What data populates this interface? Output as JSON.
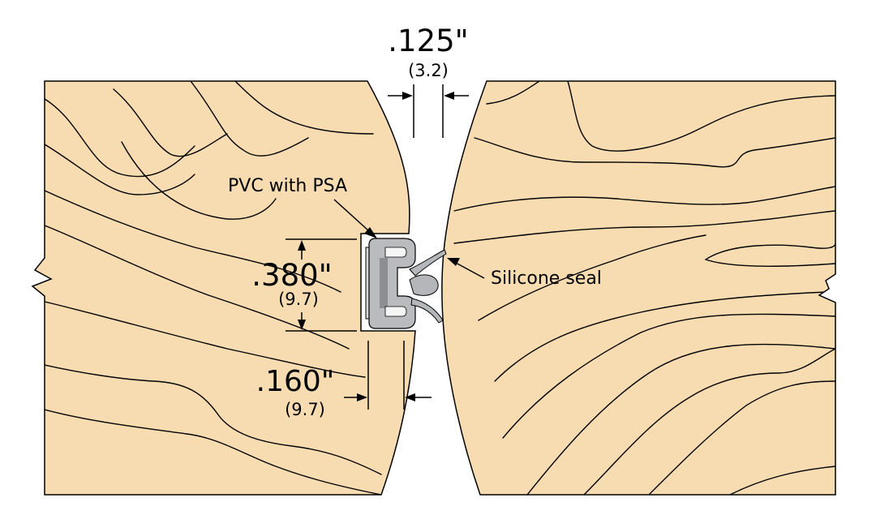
{
  "colors": {
    "wood": "#f7dcb1",
    "outline": "#000000",
    "pvc_profile": "#b9bbbe",
    "pvc_core": "#8c8e91",
    "silicone": "#b4b6b9",
    "background": "#ffffff"
  },
  "dimensions": {
    "gap": {
      "primary": ".125\"",
      "metric": "(3.2)"
    },
    "height": {
      "primary": ".380\"",
      "metric": "(9.7)"
    },
    "depth": {
      "primary": ".160\"",
      "metric": "(9.7)"
    }
  },
  "labels": {
    "pvc": "PVC with PSA",
    "silicone": "Silicone seal"
  }
}
